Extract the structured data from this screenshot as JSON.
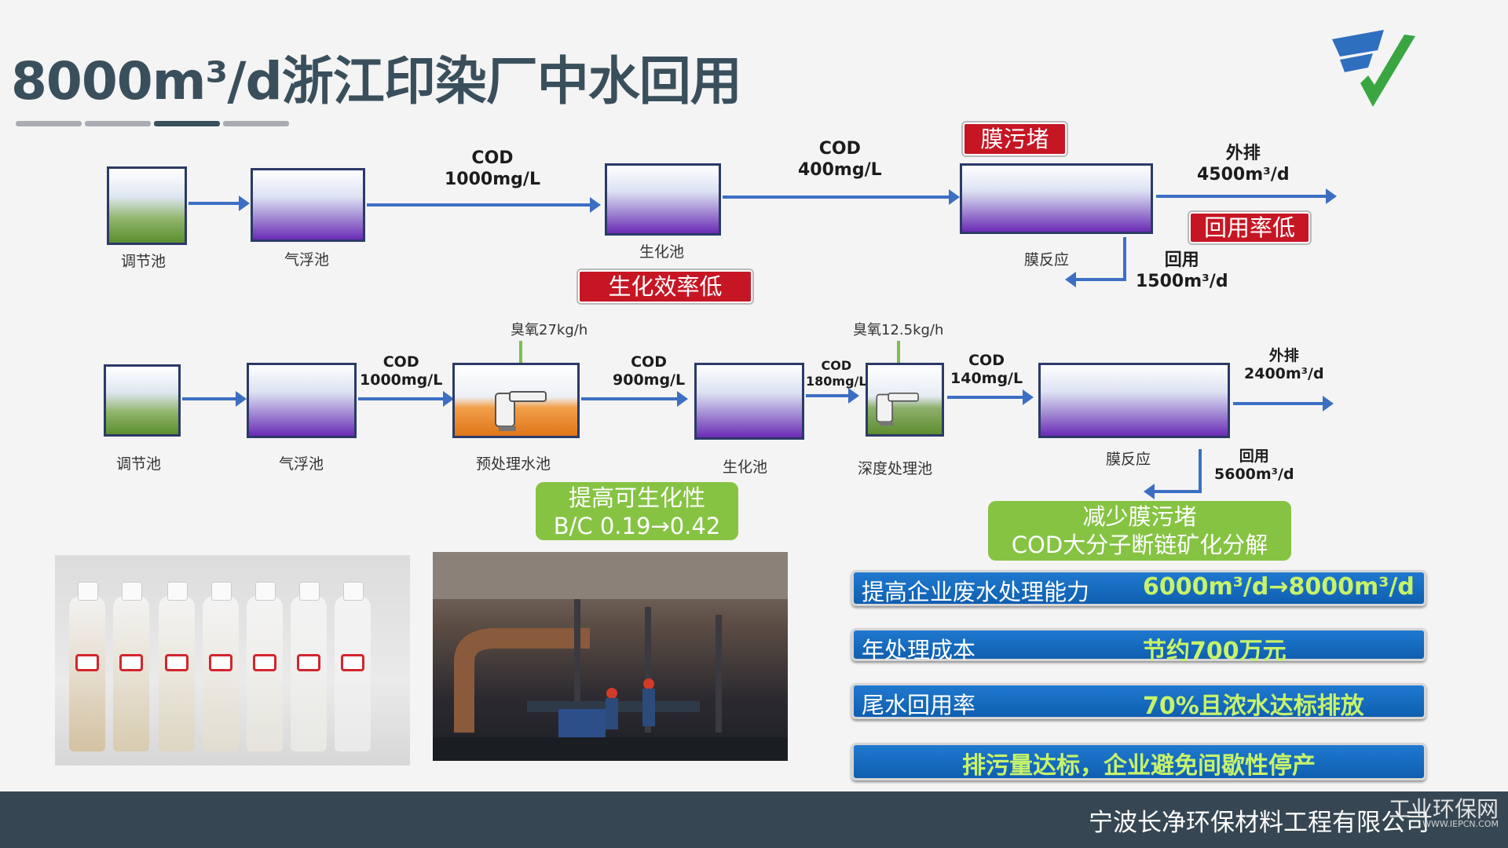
{
  "slide": {
    "title": "8000m³/d浙江印染厂中水回用",
    "accent": "#3a4f5c"
  },
  "row1": {
    "tank_labels": [
      "调节池",
      "气浮池",
      "生化池",
      "膜反应"
    ],
    "cod_a": [
      "COD",
      "1000mg/L"
    ],
    "cod_b": [
      "COD",
      "400mg/L"
    ],
    "discharge": [
      "外排",
      "4500m³/d"
    ],
    "reuse": [
      "回用",
      "1500m³/d"
    ],
    "tag_membrane_fouling": "膜污堵",
    "tag_low_reuse": "回用率低",
    "tag_low_bio": "生化效率低"
  },
  "row2": {
    "tank_labels": [
      "调节池",
      "气浮池",
      "预处理水池",
      "生化池",
      "深度处理池",
      "膜反应"
    ],
    "ozone_a": "臭氧27kg/h",
    "ozone_b": "臭氧12.5kg/h",
    "cod_a": [
      "COD",
      "1000mg/L"
    ],
    "cod_b": [
      "COD",
      "900mg/L"
    ],
    "cod_c": [
      "COD",
      "180mg/L"
    ],
    "cod_d": [
      "COD",
      "140mg/L"
    ],
    "discharge": [
      "外排",
      "2400m³/d"
    ],
    "reuse": [
      "回用",
      "5600m³/d"
    ],
    "note_bio": [
      "提高可生化性",
      "B/C 0.19→0.42"
    ],
    "note_membrane": [
      "减少膜污堵",
      "COD大分子断链矿化分解"
    ]
  },
  "benefits": [
    {
      "label": "提高企业废水处理能力",
      "value": "6000m³/d→8000m³/d"
    },
    {
      "label": "年处理成本",
      "value": "节约700万元"
    },
    {
      "label": "尾水回用率",
      "value": "70%且浓水达标排放"
    },
    {
      "label": "",
      "value": "排污量达标，企业避免间歇性停产"
    }
  ],
  "footer": {
    "company": "宁波长净环保材料工程有限公司",
    "watermark": "工业环保网",
    "watermark_url": "WWW.IEPCN.COM"
  },
  "colors": {
    "flow_arrow": "#3c6fc3",
    "red_tag": "#c61624",
    "green_note": "#86c343",
    "benefit_bar": "#1f79cf",
    "benefit_value": "#c7f36a",
    "footer_bg": "#364753"
  }
}
